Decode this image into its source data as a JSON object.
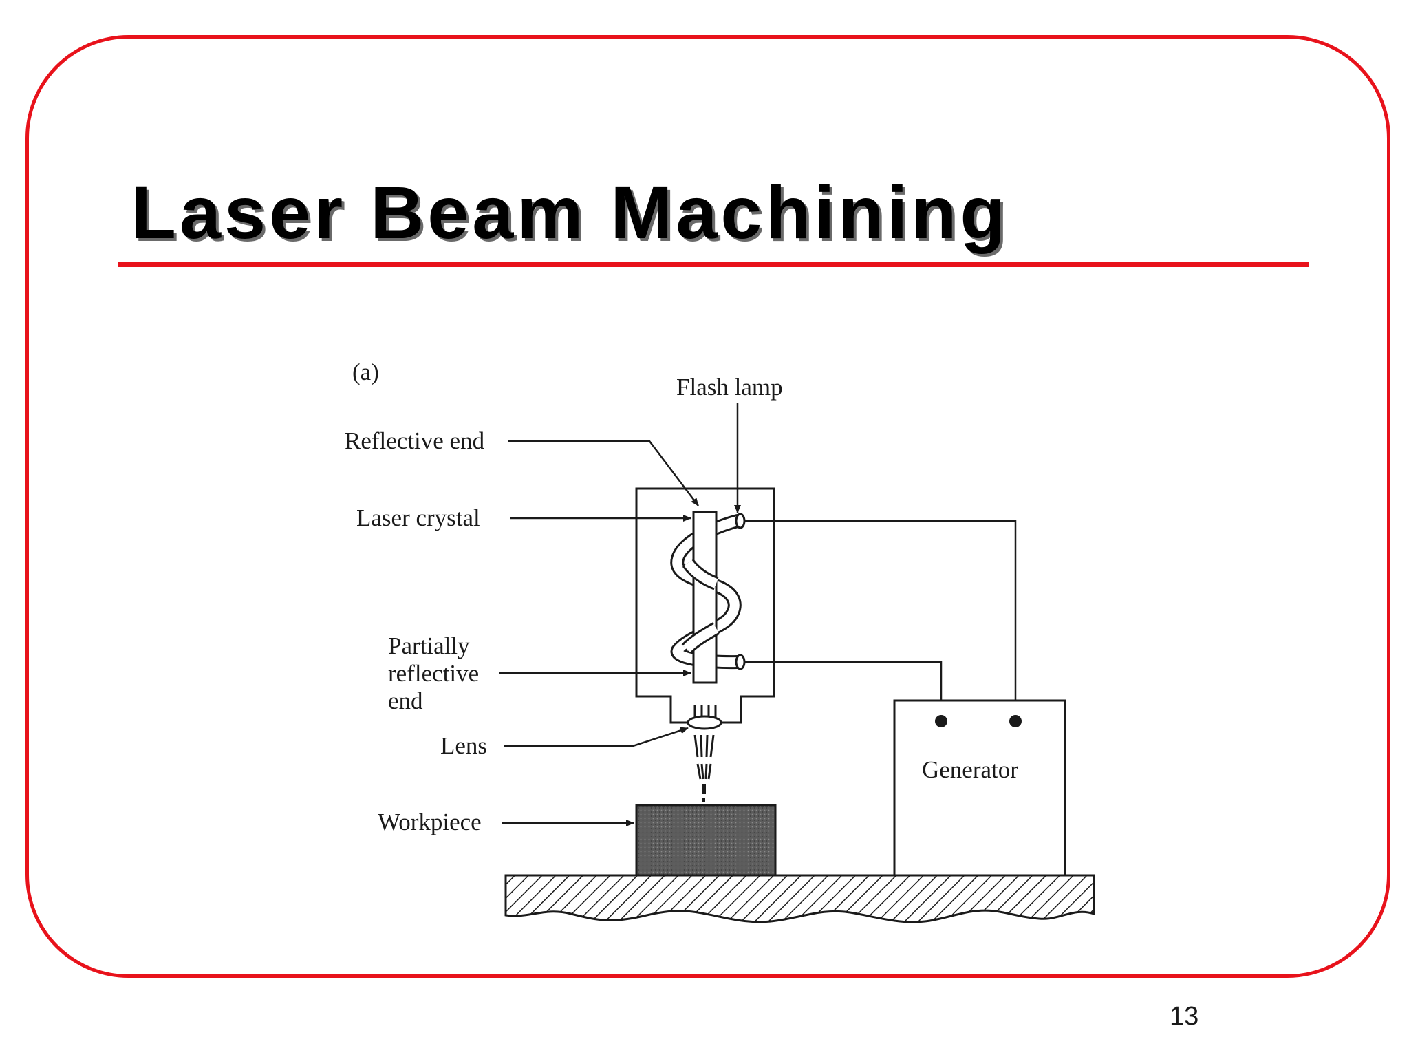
{
  "slide": {
    "title": "Laser Beam Machining",
    "page_number": "13"
  },
  "diagram": {
    "panel_label": "(a)",
    "labels": {
      "flash_lamp": "Flash lamp",
      "reflective_end": "Reflective end",
      "laser_crystal": "Laser crystal",
      "partially_reflective_end": [
        "Partially",
        "reflective",
        "end"
      ],
      "lens": "Lens",
      "workpiece": "Workpiece",
      "generator": "Generator"
    }
  },
  "colors": {
    "accent": "#e8121b",
    "ink": "#1a1a1a",
    "workpiece_fill": "#5c5c5c"
  }
}
